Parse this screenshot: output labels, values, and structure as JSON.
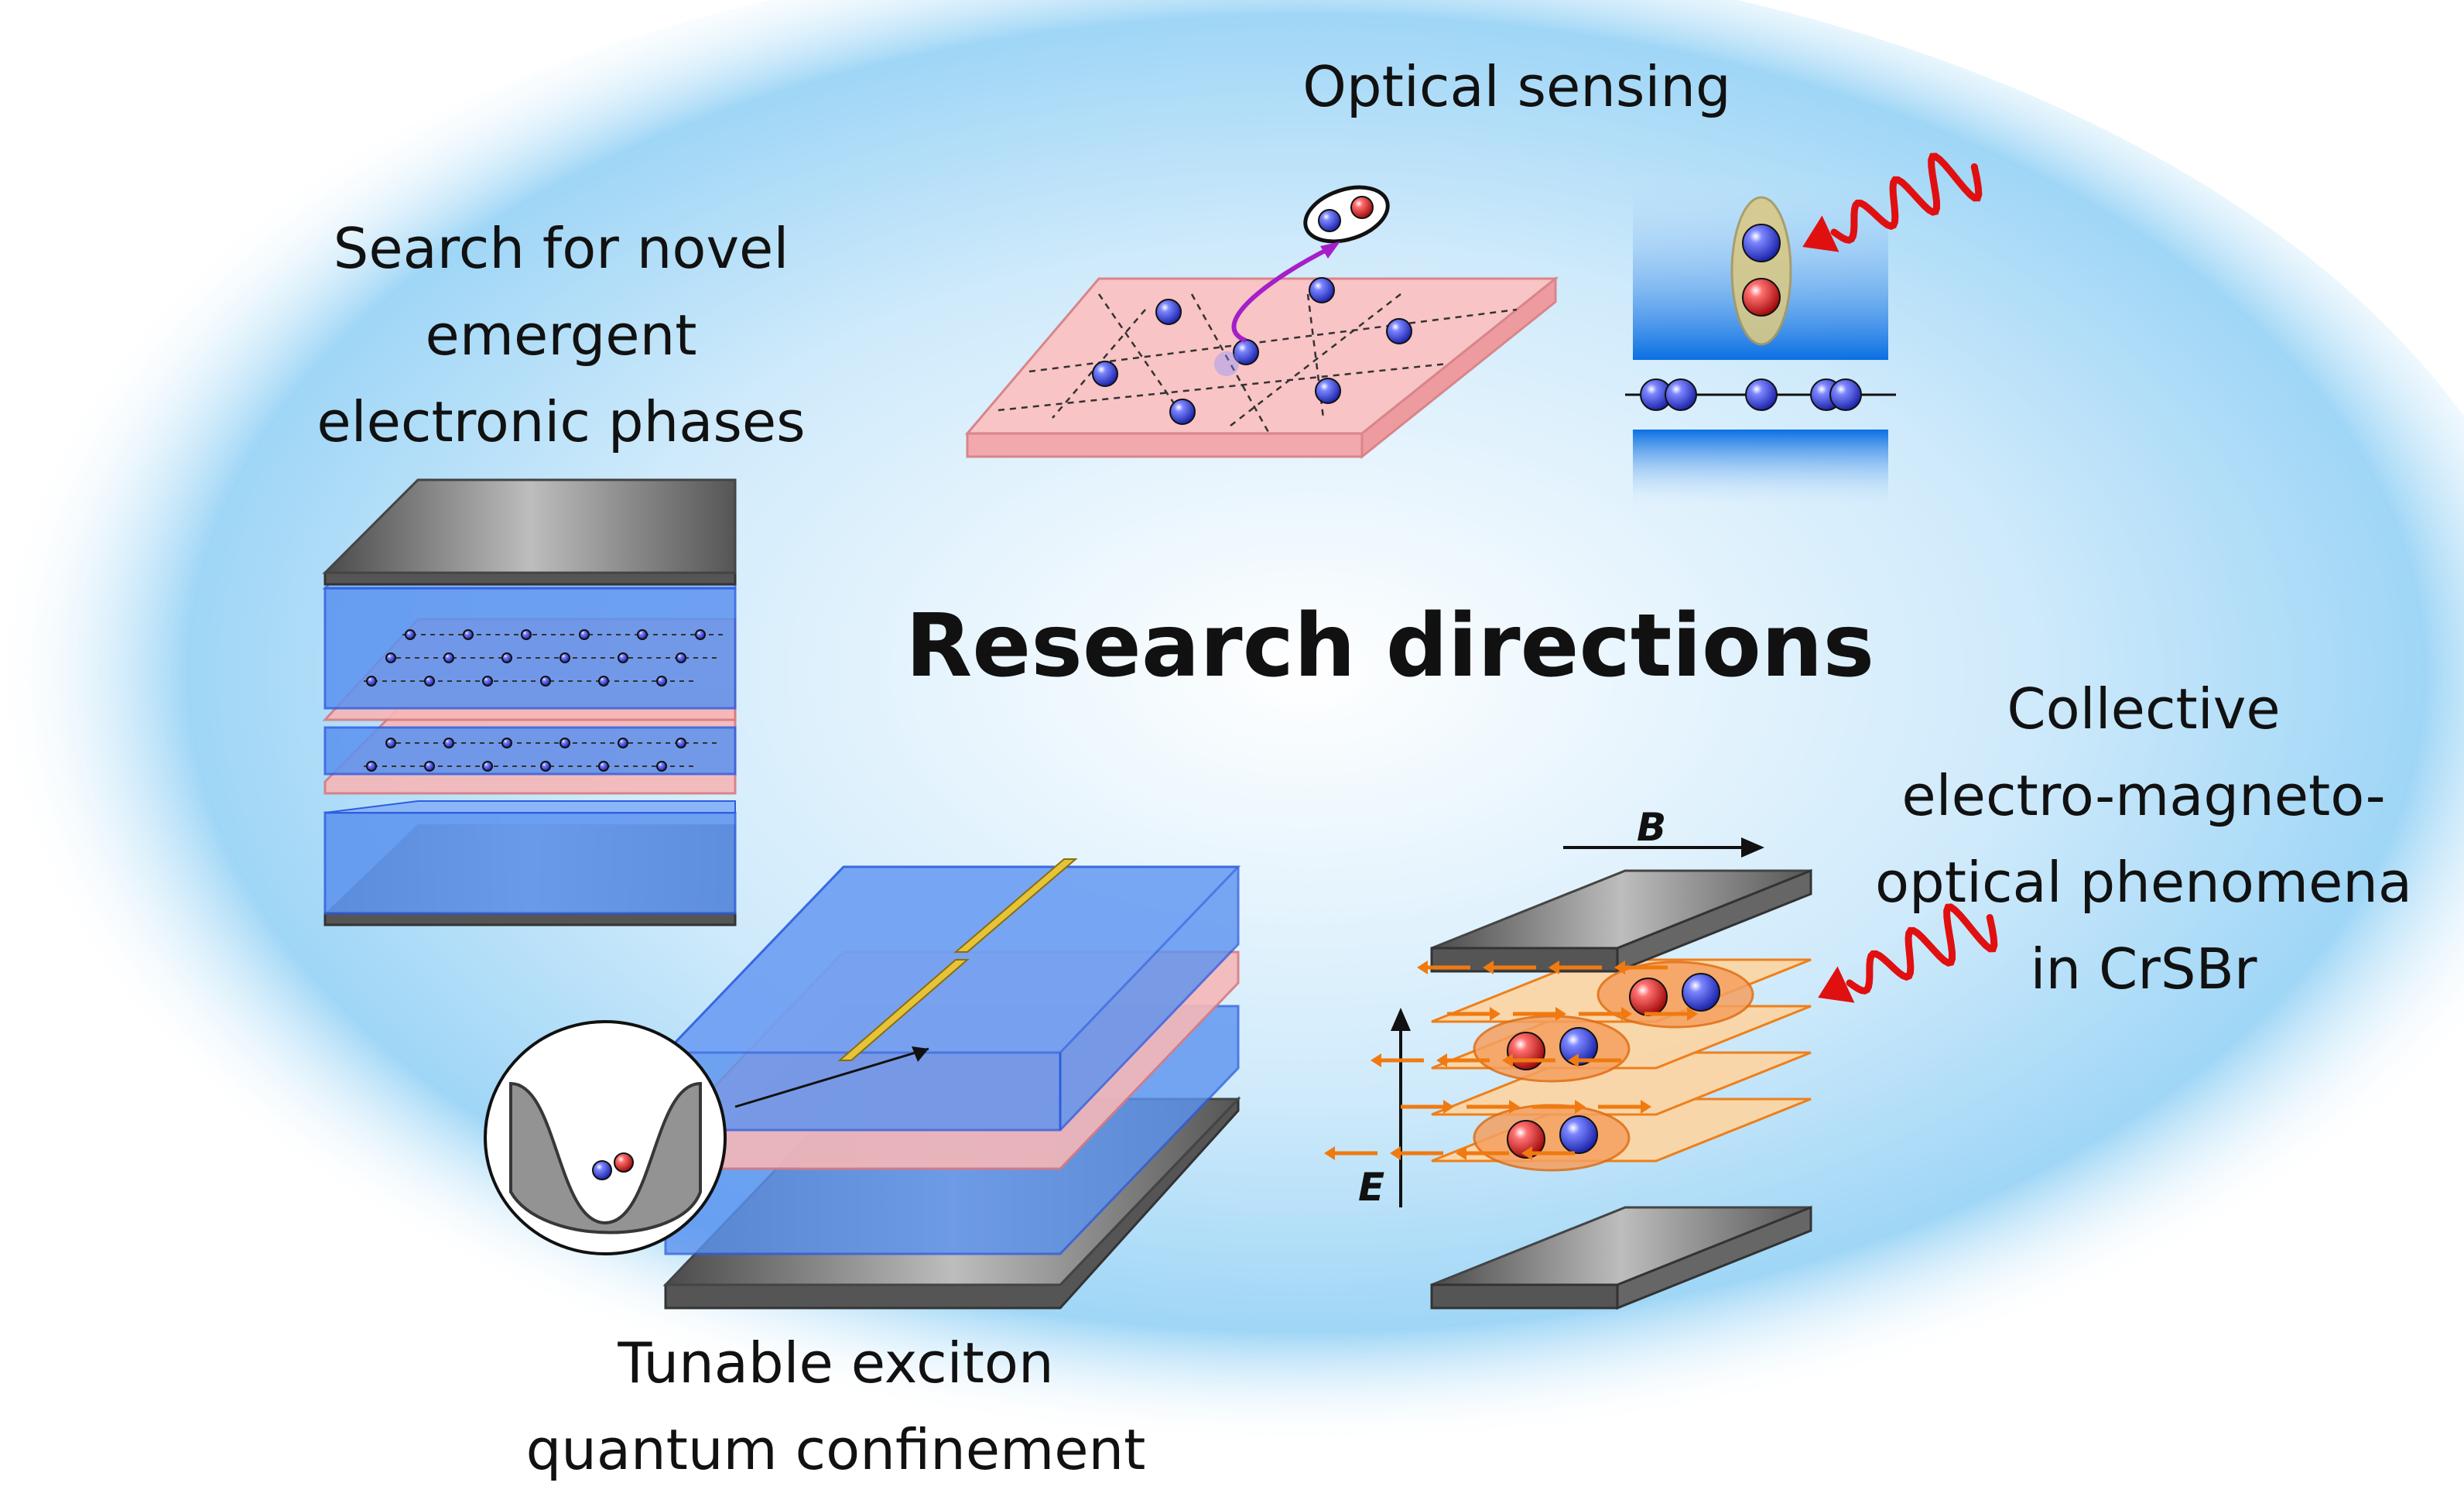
{
  "title": "Research directions",
  "labels": {
    "optical_sensing": "Optical sensing",
    "novel_phases": [
      "Search for novel",
      "emergent",
      "electronic phases"
    ],
    "collective": [
      "Collective",
      "electro-magneto-",
      "optical phenomena",
      "in CrSBr"
    ],
    "tunable": [
      "Tunable exciton",
      "quantum confinement"
    ]
  },
  "field_labels": {
    "magnetic": "B",
    "electric": "E"
  },
  "colors": {
    "glow": "#9fd6f6",
    "dielectric": "#5b93f0",
    "semiconductor": "#f6b7b8",
    "gate": "#6d6d6d",
    "electron": "#2f3ee6",
    "hole": "#e52020",
    "light_wave": "#e01010",
    "magnet_layer": "#fbd6a6",
    "spin_arrow": "#f07a10",
    "gold": "#e6c437",
    "trajectory": "#a51fc9"
  },
  "icons": [
    "light-wave-icon",
    "electron-sphere-icon",
    "hole-sphere-icon",
    "exciton-icon",
    "potential-well-icon",
    "spin-arrow-icon"
  ]
}
